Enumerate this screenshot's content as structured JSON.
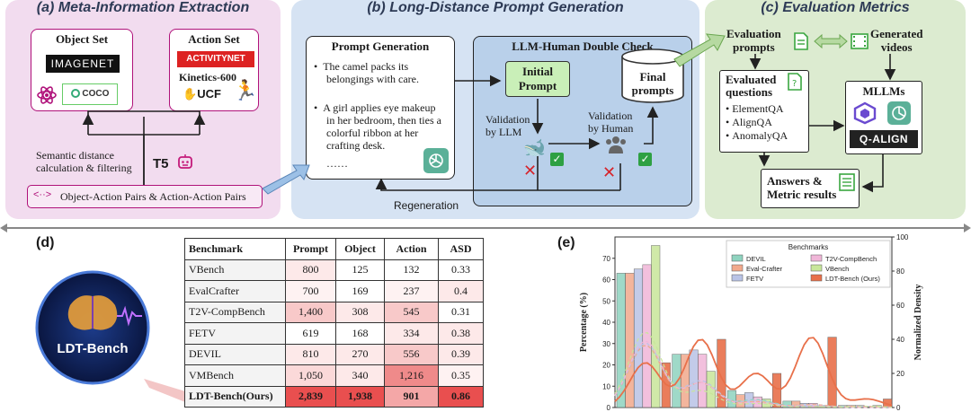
{
  "panels": {
    "a_title": "(a) Meta-Information Extraction",
    "b_title": "(b) Long-Distance Prompt Generation",
    "c_title": "(c) Evaluation Metrics",
    "d_title": "(d)",
    "e_title": "(e)"
  },
  "panel_a": {
    "object_set": "Object Set",
    "imagenet": "IMAGENET",
    "coco": "COCO",
    "action_set": "Action Set",
    "activitynet": "ACTIVITYNET",
    "kinetics": "Kinetics-600",
    "ucf": "UCF",
    "semantic_line1": "Semantic distance",
    "semantic_line2": "calculation & filtering",
    "t5": "T5",
    "pairs": "Object-Action Pairs & Action-Action Pairs"
  },
  "panel_b": {
    "prompt_gen_title": "Prompt Generation",
    "bullet1_l1": "The camel packs its",
    "bullet1_l2": "belongings with care.",
    "bullet2_l1": "A girl applies eye makeup",
    "bullet2_l2": "in her bedroom, then ties a",
    "bullet2_l3": "colorful ribbon at her",
    "bullet2_l4": "crafting desk.",
    "ellipsis": "……",
    "double_check_title": "LLM-Human Double Check",
    "initial_prompt_l1": "Initial",
    "initial_prompt_l2": "Prompt",
    "final_prompts_l1": "Final",
    "final_prompts_l2": "prompts",
    "validation_llm_l1": "Validation",
    "validation_llm_l2": "by LLM",
    "validation_human_l1": "Validation",
    "validation_human_l2": "by Human",
    "regeneration": "Regeneration"
  },
  "panel_c": {
    "eval_prompts_l1": "Evaluation",
    "eval_prompts_l2": "prompts",
    "generated_l1": "Generated",
    "generated_l2": "videos",
    "evaluated_l1": "Evaluated",
    "evaluated_l2": "questions",
    "q1": "ElementQA",
    "q2": "AlignQA",
    "q3": "AnomalyQA",
    "mllms": "MLLMs",
    "qalign": "Q-ALIGN",
    "answers_l1": "Answers &",
    "answers_l2": "Metric results"
  },
  "panel_d": {
    "logo_text": "LDT-Bench",
    "headers": [
      "Benchmark",
      "Prompt",
      "Object",
      "Action",
      "ASD"
    ],
    "rows": [
      {
        "name": "VBench",
        "prompt": "800",
        "object": "125",
        "action": "132",
        "asd": "0.33"
      },
      {
        "name": "EvalCrafter",
        "prompt": "700",
        "object": "169",
        "action": "237",
        "asd": "0.4"
      },
      {
        "name": "T2V-CompBench",
        "prompt": "1,400",
        "object": "308",
        "action": "545",
        "asd": "0.31"
      },
      {
        "name": "FETV",
        "prompt": "619",
        "object": "168",
        "action": "334",
        "asd": "0.38"
      },
      {
        "name": "DEVIL",
        "prompt": "810",
        "object": "270",
        "action": "556",
        "asd": "0.39"
      },
      {
        "name": "VMBench",
        "prompt": "1,050",
        "object": "340",
        "action": "1,216",
        "asd": "0.35"
      },
      {
        "name": "LDT-Bench(Ours)",
        "prompt": "2,839",
        "object": "1,938",
        "action": "901",
        "asd": "0.86"
      }
    ]
  },
  "chart_data": {
    "type": "bar",
    "ylabel": "Percentage (%)",
    "y2label": "Normalized Density",
    "ylim": [
      0,
      80
    ],
    "y2lim": [
      0,
      100
    ],
    "yticks": [
      "0",
      "10",
      "20",
      "30",
      "40",
      "50",
      "60",
      "70"
    ],
    "y2ticks": [
      "0",
      "20",
      "40",
      "60",
      "80",
      "100"
    ],
    "legend_title": "Benchmarks",
    "legend_position": "top-right",
    "bin_groups": 5,
    "series": [
      {
        "name": "DEVIL",
        "color": "#8fd3bf",
        "values": [
          63,
          25,
          8,
          3,
          1
        ]
      },
      {
        "name": "Eval-Crafter",
        "color": "#f2a98c",
        "values": [
          63,
          25,
          6,
          3,
          1
        ]
      },
      {
        "name": "FETV",
        "color": "#b9c3e6",
        "values": [
          65,
          27,
          7,
          2,
          1
        ]
      },
      {
        "name": "T2V-CompBench",
        "color": "#f0b6d8",
        "values": [
          67,
          25,
          5,
          2,
          0
        ]
      },
      {
        "name": "VBench",
        "color": "#c8e69a",
        "values": [
          76,
          17,
          4,
          1,
          1
        ]
      },
      {
        "name": "LDT-Bench (Ours)",
        "color": "#e8704a",
        "values": [
          21,
          32,
          16,
          33,
          4
        ]
      }
    ]
  },
  "colors": {
    "panel_a_bg": "#f2dcef",
    "panel_b_bg": "#d6e3f3",
    "panel_c_bg": "#dcebd0",
    "double_check_bg": "#b9d0ea",
    "initial_prompt_bg": "#c9efb8",
    "arrow_blue": "#9cc0e6",
    "accent_red": "#e14a4a"
  }
}
